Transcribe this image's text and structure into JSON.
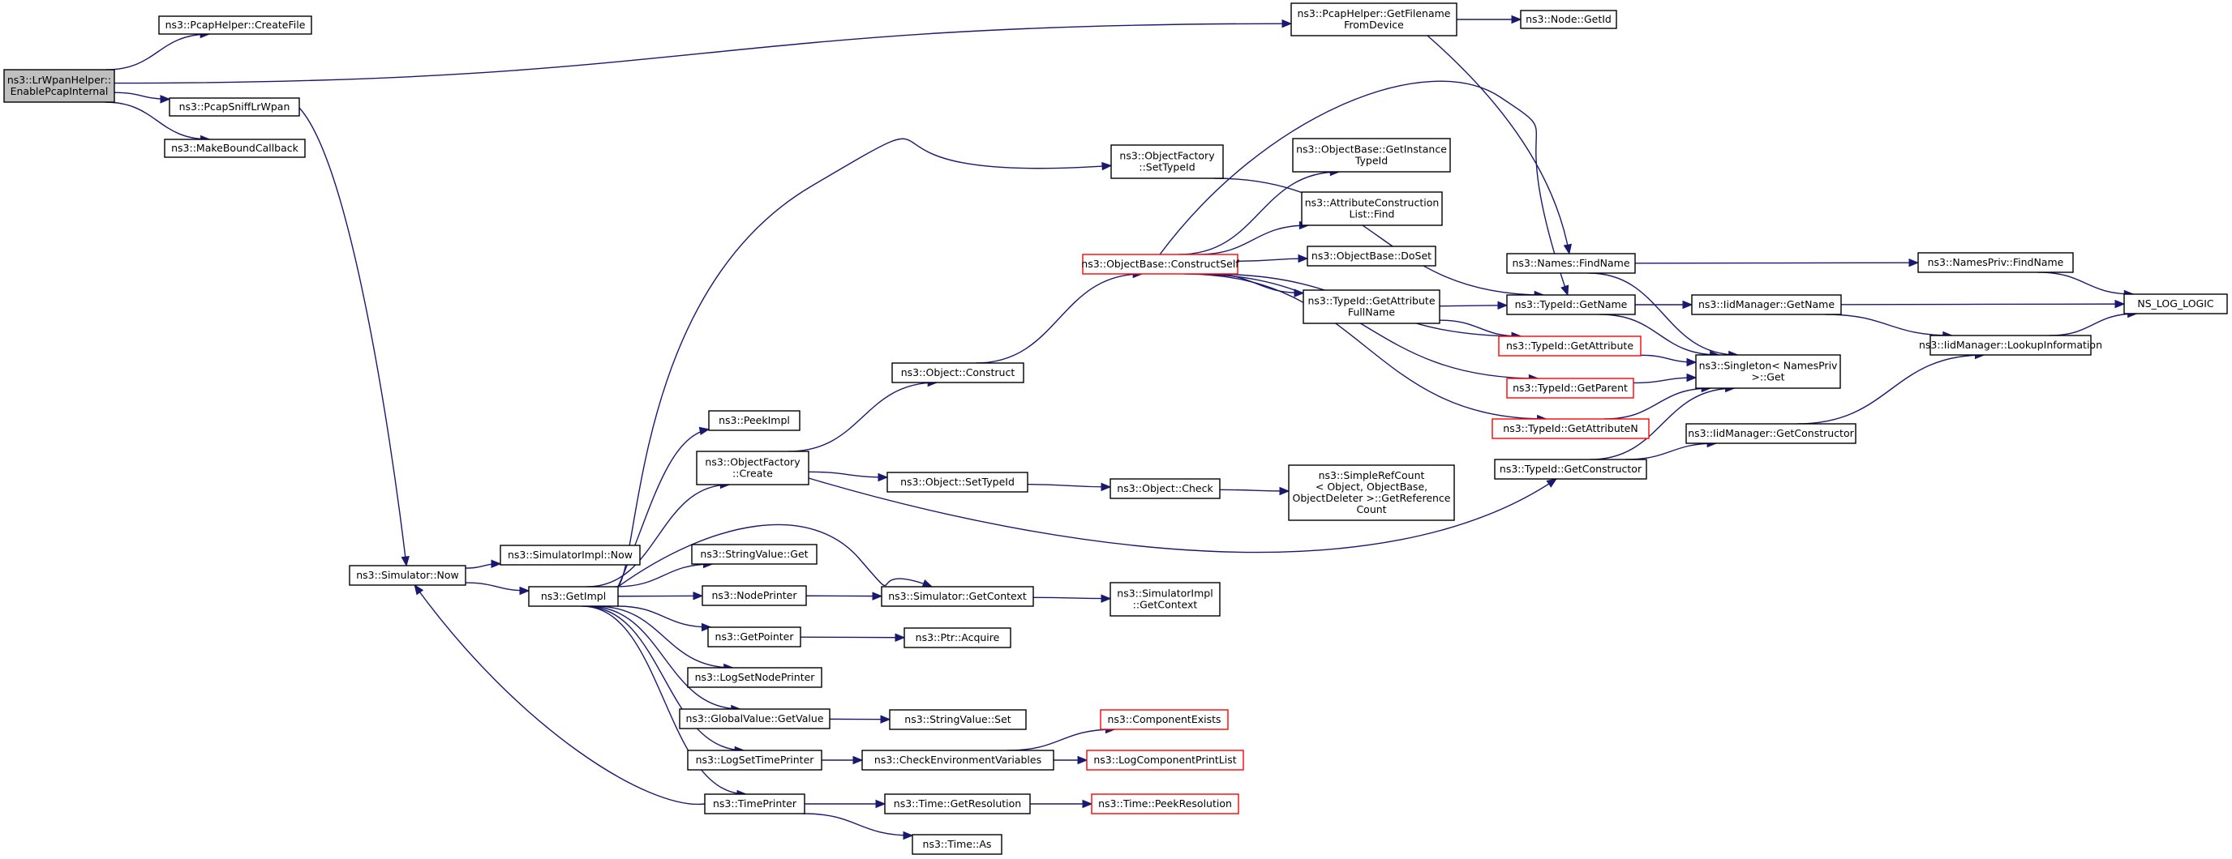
{
  "nodes": [
    {
      "id": "root",
      "lines": [
        "ns3::LrWpanHelper::",
        "EnablePcapInternal"
      ],
      "style": "root",
      "interactable": true
    },
    {
      "id": "createfile",
      "lines": [
        "ns3::PcapHelper::CreateFile"
      ],
      "style": "normal",
      "interactable": true
    },
    {
      "id": "pcapsniff",
      "lines": [
        "ns3::PcapSniffLrWpan"
      ],
      "style": "normal",
      "interactable": true
    },
    {
      "id": "makebound",
      "lines": [
        "ns3::MakeBoundCallback"
      ],
      "style": "normal",
      "interactable": true
    },
    {
      "id": "getfilename",
      "lines": [
        "ns3::PcapHelper::GetFilename",
        "FromDevice"
      ],
      "style": "normal",
      "interactable": true
    },
    {
      "id": "nodegetid",
      "lines": [
        "ns3::Node::GetId"
      ],
      "style": "normal",
      "interactable": true
    },
    {
      "id": "simnow",
      "lines": [
        "ns3::Simulator::Now"
      ],
      "style": "normal",
      "interactable": true
    },
    {
      "id": "simimplnow",
      "lines": [
        "ns3::SimulatorImpl::Now"
      ],
      "style": "normal",
      "interactable": true
    },
    {
      "id": "getimpl",
      "lines": [
        "ns3::GetImpl"
      ],
      "style": "normal",
      "interactable": true
    },
    {
      "id": "peekimpl",
      "lines": [
        "ns3::PeekImpl"
      ],
      "style": "normal",
      "interactable": true
    },
    {
      "id": "ofcreate",
      "lines": [
        "ns3::ObjectFactory",
        "::Create"
      ],
      "style": "normal",
      "interactable": true
    },
    {
      "id": "stringget",
      "lines": [
        "ns3::StringValue::Get"
      ],
      "style": "normal",
      "interactable": true
    },
    {
      "id": "nodeprinter",
      "lines": [
        "ns3::NodePrinter"
      ],
      "style": "normal",
      "interactable": true
    },
    {
      "id": "getpointer",
      "lines": [
        "ns3::GetPointer"
      ],
      "style": "normal",
      "interactable": true
    },
    {
      "id": "logsetnode",
      "lines": [
        "ns3::LogSetNodePrinter"
      ],
      "style": "normal",
      "interactable": true
    },
    {
      "id": "gvgetvalue",
      "lines": [
        "ns3::GlobalValue::GetValue"
      ],
      "style": "normal",
      "interactable": true
    },
    {
      "id": "logsettime",
      "lines": [
        "ns3::LogSetTimePrinter"
      ],
      "style": "normal",
      "interactable": true
    },
    {
      "id": "timeprinter",
      "lines": [
        "ns3::TimePrinter"
      ],
      "style": "normal",
      "interactable": true
    },
    {
      "id": "ofsettypeid",
      "lines": [
        "ns3::ObjectFactory",
        "::SetTypeId"
      ],
      "style": "normal",
      "interactable": true
    },
    {
      "id": "objconstruct",
      "lines": [
        "ns3::Object::Construct"
      ],
      "style": "normal",
      "interactable": true
    },
    {
      "id": "objsettypeid",
      "lines": [
        "ns3::Object::SetTypeId"
      ],
      "style": "normal",
      "interactable": true
    },
    {
      "id": "simgetctx",
      "lines": [
        "ns3::Simulator::GetContext"
      ],
      "style": "normal",
      "interactable": true
    },
    {
      "id": "ptracquire",
      "lines": [
        "ns3::Ptr::Acquire"
      ],
      "style": "normal",
      "interactable": true
    },
    {
      "id": "stringset",
      "lines": [
        "ns3::StringValue::Set"
      ],
      "style": "normal",
      "interactable": true
    },
    {
      "id": "checkenv",
      "lines": [
        "ns3::CheckEnvironmentVariables"
      ],
      "style": "normal",
      "interactable": true
    },
    {
      "id": "timegetres",
      "lines": [
        "ns3::Time::GetResolution"
      ],
      "style": "normal",
      "interactable": true
    },
    {
      "id": "timeas",
      "lines": [
        "ns3::Time::As"
      ],
      "style": "normal",
      "interactable": true
    },
    {
      "id": "constructself",
      "lines": [
        "ns3::ObjectBase::ConstructSelf"
      ],
      "style": "red",
      "interactable": true
    },
    {
      "id": "objcheck",
      "lines": [
        "ns3::Object::Check"
      ],
      "style": "normal",
      "interactable": true
    },
    {
      "id": "simimplgetctx",
      "lines": [
        "ns3::SimulatorImpl",
        "::GetContext"
      ],
      "style": "normal",
      "interactable": true
    },
    {
      "id": "compexists",
      "lines": [
        "ns3::ComponentExists"
      ],
      "style": "red",
      "interactable": true
    },
    {
      "id": "logcompprint",
      "lines": [
        "ns3::LogComponentPrintList"
      ],
      "style": "red",
      "interactable": true
    },
    {
      "id": "timepeekres",
      "lines": [
        "ns3::Time::PeekResolution"
      ],
      "style": "red",
      "interactable": true
    },
    {
      "id": "obgetinst",
      "lines": [
        "ns3::ObjectBase::GetInstance",
        "TypeId"
      ],
      "style": "normal",
      "interactable": true
    },
    {
      "id": "acfind",
      "lines": [
        "ns3::AttributeConstruction",
        "List::Find"
      ],
      "style": "normal",
      "interactable": true
    },
    {
      "id": "obdoset",
      "lines": [
        "ns3::ObjectBase::DoSet"
      ],
      "style": "normal",
      "interactable": true
    },
    {
      "id": "tigetattrfull",
      "lines": [
        "ns3::TypeId::GetAttribute",
        "FullName"
      ],
      "style": "normal",
      "interactable": true
    },
    {
      "id": "simplerefcount",
      "lines": [
        "ns3::SimpleRefCount",
        "< Object, ObjectBase,",
        "ObjectDeleter >::GetReference",
        "Count"
      ],
      "style": "normal",
      "interactable": true
    },
    {
      "id": "namesfind",
      "lines": [
        "ns3::Names::FindName"
      ],
      "style": "normal",
      "interactable": true
    },
    {
      "id": "tigetname",
      "lines": [
        "ns3::TypeId::GetName"
      ],
      "style": "normal",
      "interactable": true
    },
    {
      "id": "tigetattr",
      "lines": [
        "ns3::TypeId::GetAttribute"
      ],
      "style": "red",
      "interactable": true
    },
    {
      "id": "tigetparent",
      "lines": [
        "ns3::TypeId::GetParent"
      ],
      "style": "red",
      "interactable": true
    },
    {
      "id": "tigetattrn",
      "lines": [
        "ns3::TypeId::GetAttributeN"
      ],
      "style": "red",
      "interactable": true
    },
    {
      "id": "tigetctor",
      "lines": [
        "ns3::TypeId::GetConstructor"
      ],
      "style": "normal",
      "interactable": true
    },
    {
      "id": "namesprivfind",
      "lines": [
        "ns3::NamesPriv::FindName"
      ],
      "style": "normal",
      "interactable": true
    },
    {
      "id": "iidgetname",
      "lines": [
        "ns3::IidManager::GetName"
      ],
      "style": "normal",
      "interactable": true
    },
    {
      "id": "singleton",
      "lines": [
        "ns3::Singleton< NamesPriv",
        "  >::Get"
      ],
      "style": "normal",
      "interactable": true
    },
    {
      "id": "iidgetctor",
      "lines": [
        "ns3::IidManager::GetConstructor"
      ],
      "style": "normal",
      "interactable": true
    },
    {
      "id": "iidlookup",
      "lines": [
        "ns3::IidManager::LookupInformation"
      ],
      "style": "normal",
      "interactable": true
    },
    {
      "id": "nslog",
      "lines": [
        "NS_LOG_LOGIC"
      ],
      "style": "normal",
      "interactable": true
    }
  ],
  "edges": [
    [
      "root",
      "createfile"
    ],
    [
      "root",
      "getfilename"
    ],
    [
      "root",
      "pcapsniff"
    ],
    [
      "root",
      "makebound"
    ],
    [
      "getfilename",
      "nodegetid"
    ],
    [
      "getfilename",
      "namesfind"
    ],
    [
      "pcapsniff",
      "simnow"
    ],
    [
      "simnow",
      "simimplnow"
    ],
    [
      "simnow",
      "getimpl"
    ],
    [
      "getimpl",
      "ofsettypeid"
    ],
    [
      "getimpl",
      "peekimpl"
    ],
    [
      "getimpl",
      "ofcreate"
    ],
    [
      "getimpl",
      "simgetctx"
    ],
    [
      "getimpl",
      "stringget"
    ],
    [
      "getimpl",
      "nodeprinter"
    ],
    [
      "getimpl",
      "getpointer"
    ],
    [
      "getimpl",
      "logsetnode"
    ],
    [
      "getimpl",
      "gvgetvalue"
    ],
    [
      "getimpl",
      "logsettime"
    ],
    [
      "getimpl",
      "timeprinter"
    ],
    [
      "ofcreate",
      "objconstruct"
    ],
    [
      "ofcreate",
      "objsettypeid"
    ],
    [
      "ofcreate",
      "tigetctor"
    ],
    [
      "objconstruct",
      "constructself"
    ],
    [
      "objsettypeid",
      "objcheck"
    ],
    [
      "objcheck",
      "simplerefcount"
    ],
    [
      "nodeprinter",
      "simgetctx"
    ],
    [
      "simgetctx",
      "simimplgetctx"
    ],
    [
      "getpointer",
      "ptracquire"
    ],
    [
      "gvgetvalue",
      "stringset"
    ],
    [
      "logsettime",
      "checkenv"
    ],
    [
      "checkenv",
      "compexists"
    ],
    [
      "checkenv",
      "logcompprint"
    ],
    [
      "timeprinter",
      "timegetres"
    ],
    [
      "timeprinter",
      "timeas"
    ],
    [
      "timeprinter",
      "simnow"
    ],
    [
      "timegetres",
      "timepeekres"
    ],
    [
      "ofsettypeid",
      "tigetname"
    ],
    [
      "constructself",
      "obgetinst"
    ],
    [
      "constructself",
      "acfind"
    ],
    [
      "constructself",
      "obdoset"
    ],
    [
      "constructself",
      "tigetattrfull"
    ],
    [
      "constructself",
      "tigetname"
    ],
    [
      "constructself",
      "tigetattr"
    ],
    [
      "constructself",
      "tigetparent"
    ],
    [
      "constructself",
      "tigetattrn"
    ],
    [
      "tigetattrfull",
      "tigetname"
    ],
    [
      "tigetattrfull",
      "tigetattr"
    ],
    [
      "namesfind",
      "namesprivfind"
    ],
    [
      "namesfind",
      "singleton"
    ],
    [
      "tigetname",
      "iidgetname"
    ],
    [
      "tigetname",
      "singleton"
    ],
    [
      "tigetattr",
      "singleton"
    ],
    [
      "tigetparent",
      "singleton"
    ],
    [
      "tigetattrn",
      "singleton"
    ],
    [
      "tigetctor",
      "iidgetctor"
    ],
    [
      "tigetctor",
      "singleton"
    ],
    [
      "namesprivfind",
      "nslog"
    ],
    [
      "iidgetname",
      "nslog"
    ],
    [
      "iidgetname",
      "iidlookup"
    ],
    [
      "iidgetctor",
      "iidlookup"
    ],
    [
      "iidlookup",
      "nslog"
    ]
  ]
}
